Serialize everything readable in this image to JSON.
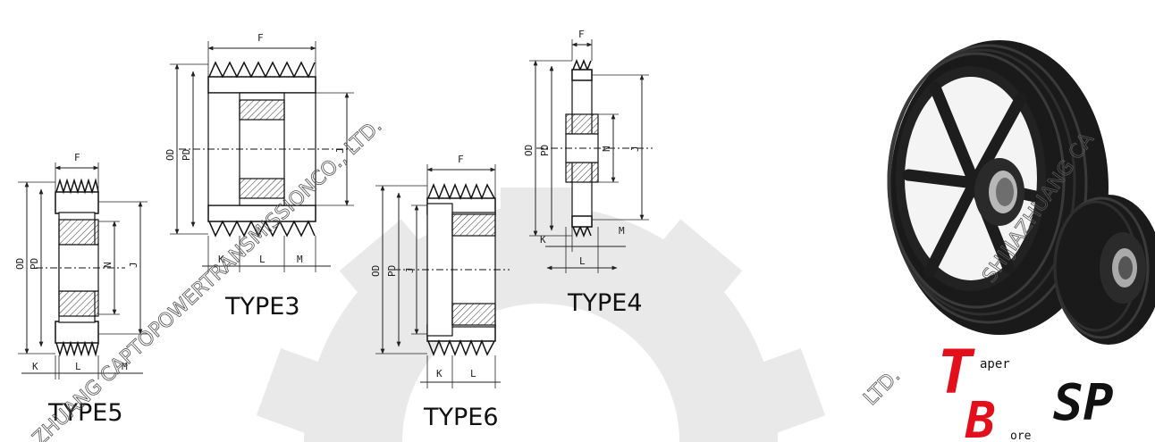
{
  "diagrams": {
    "type5": {
      "label": "TYPE5",
      "dims": {
        "F": "F",
        "OD": "OD",
        "PD": "PD",
        "N": "N",
        "J": "J",
        "K": "K",
        "L": "L",
        "M": "M"
      }
    },
    "type3": {
      "label": "TYPE3",
      "dims": {
        "F": "F",
        "OD": "OD",
        "PD": "PD",
        "J": "J",
        "K": "K",
        "L": "L",
        "M": "M"
      }
    },
    "type6": {
      "label": "TYPE6",
      "dims": {
        "F": "F",
        "OD": "OD",
        "PD": "PD",
        "J": "J",
        "K": "K",
        "L": "L"
      }
    },
    "type4": {
      "label": "TYPE4",
      "dims": {
        "F": "F",
        "OD": "OD",
        "PD": "PD",
        "N": "N",
        "J": "J",
        "K": "K",
        "L": "L",
        "M": "M"
      }
    }
  },
  "watermark": {
    "line1": "ZHUANG CAPTOPOWERTRANSMISSIONCO., LTD.",
    "line2": "SHIJIAZHUANG CA",
    "line3": "LTD."
  },
  "logo": {
    "t": "T",
    "aper": "aper",
    "b": "B",
    "ore": "ore",
    "spa": "SP",
    "red": "#e3101c",
    "dark": "#111111"
  }
}
